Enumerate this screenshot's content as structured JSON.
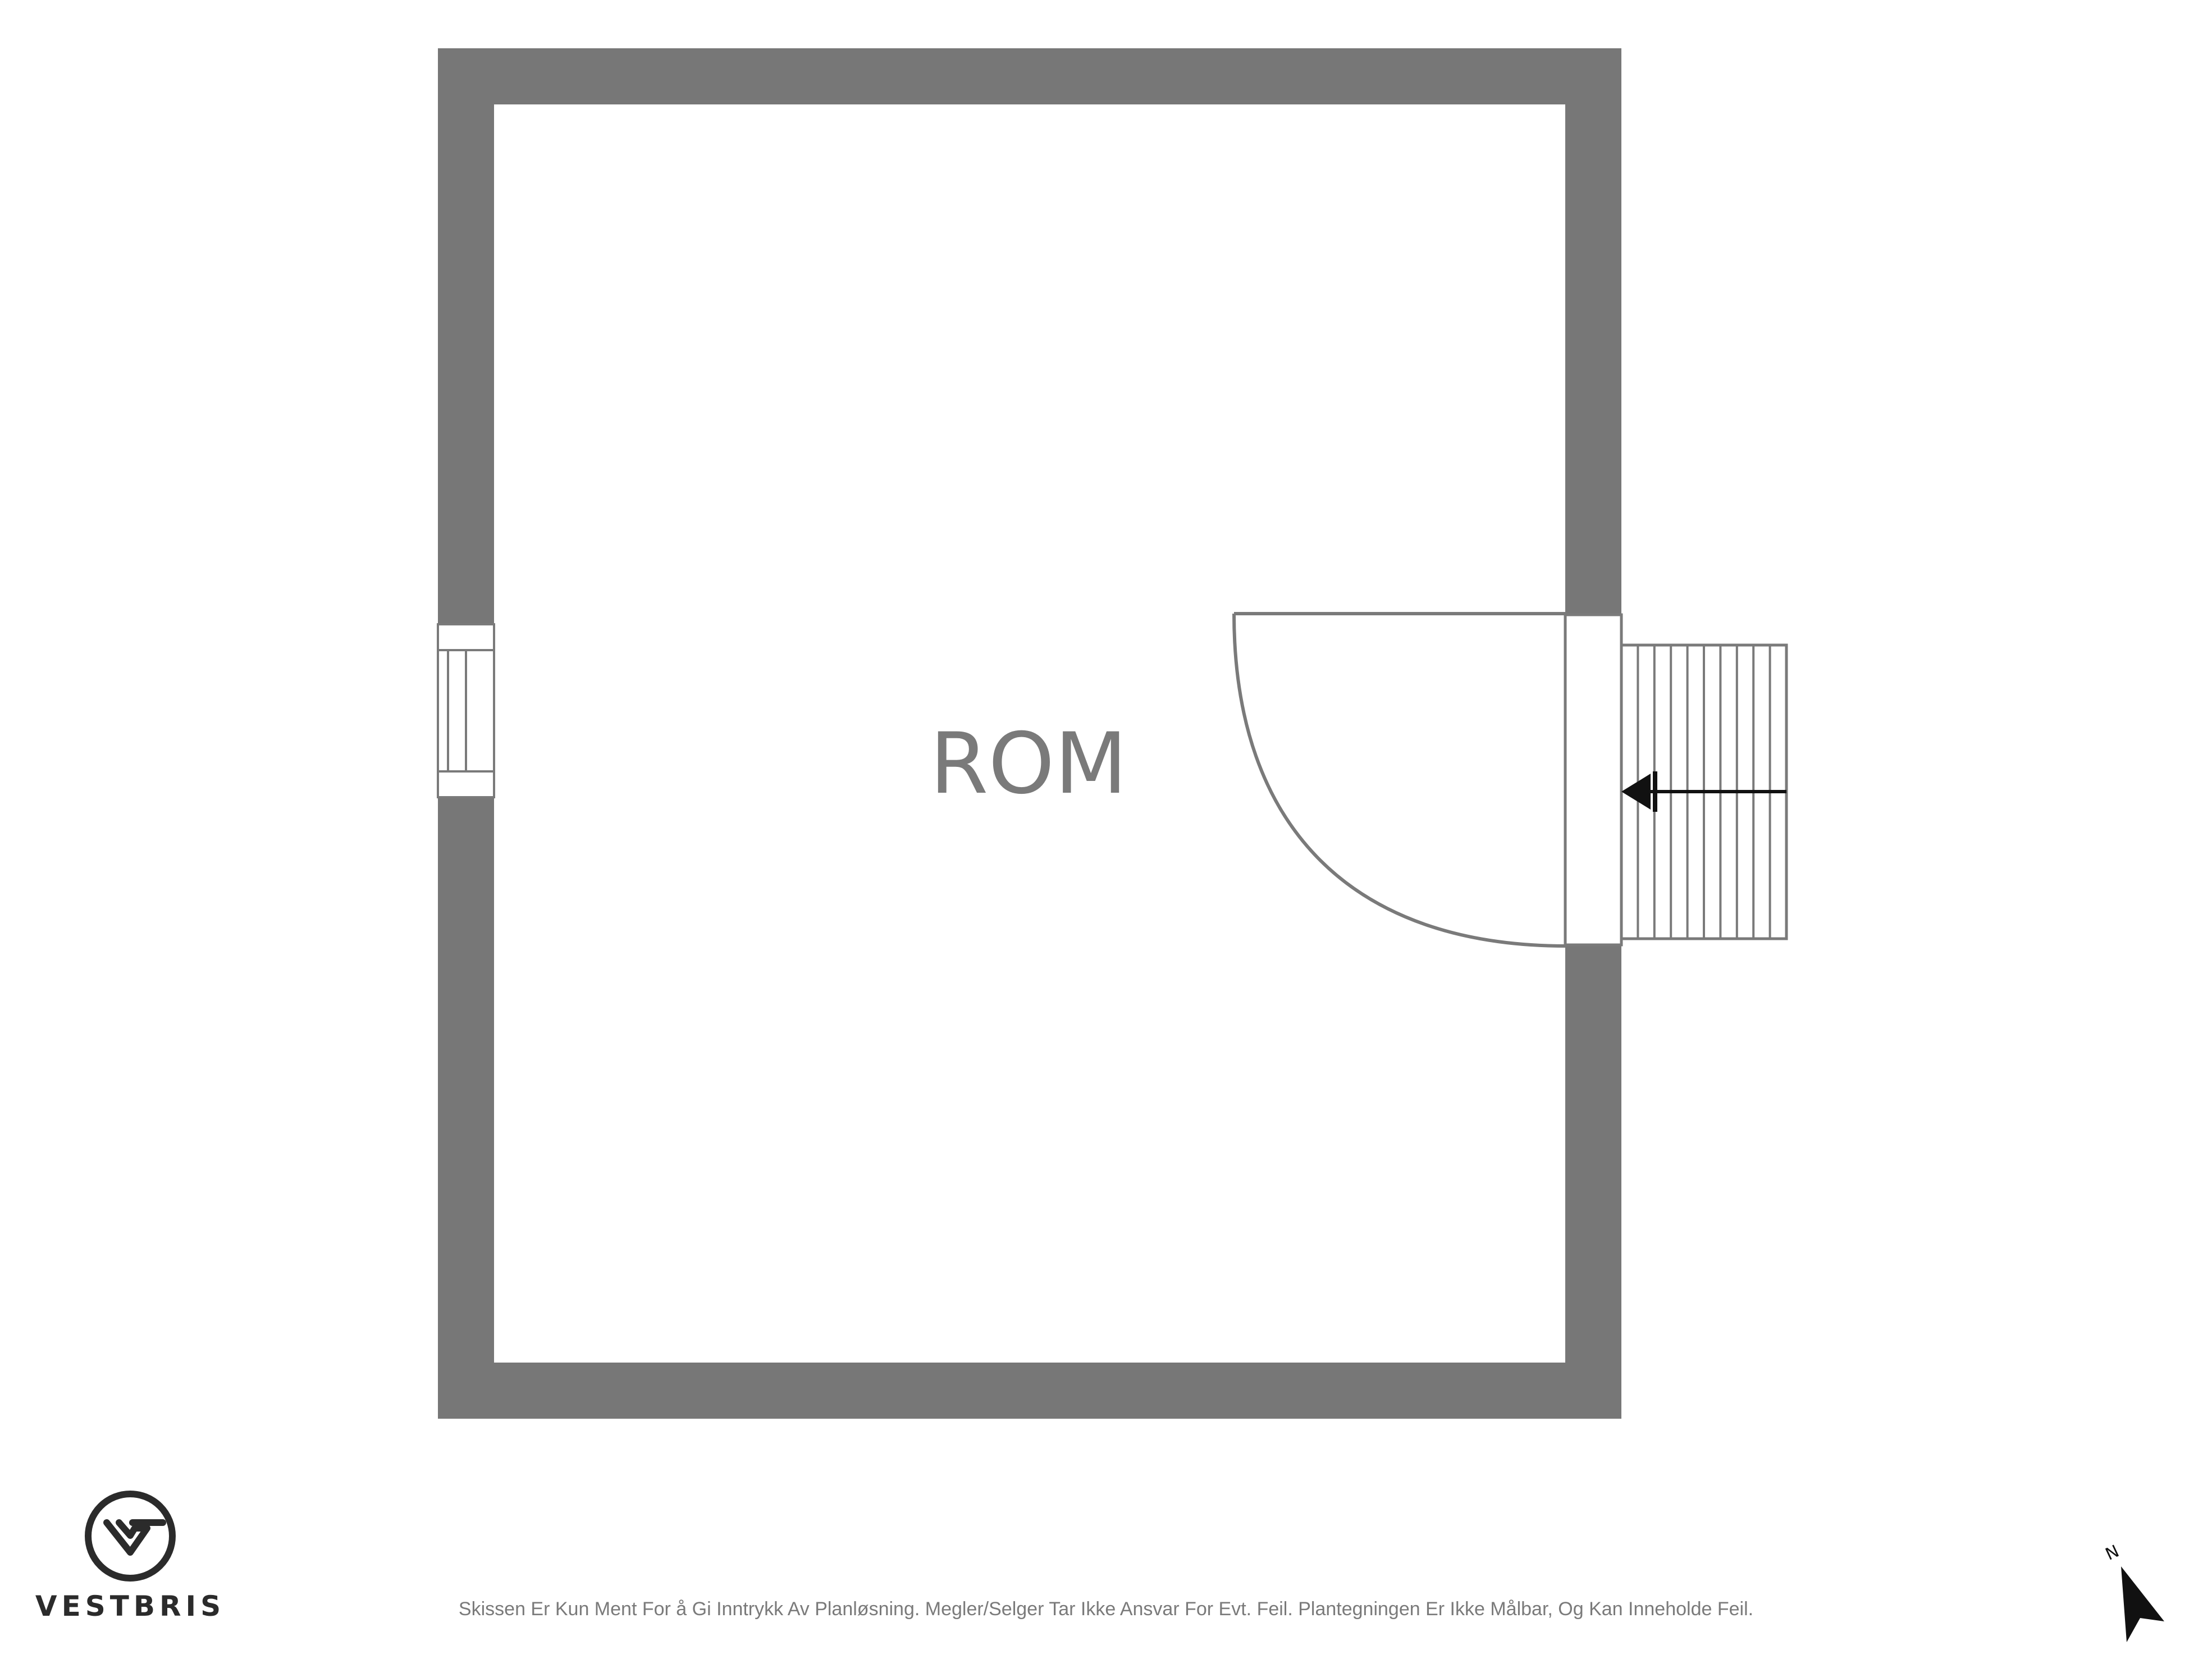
{
  "room": {
    "label": "ROM"
  },
  "brand": {
    "name": "VESTBRIS"
  },
  "disclaimer": "Skissen Er Kun Ment For å Gi Inntrykk Av Planløsning. Megler/Selger Tar Ikke Ansvar For Evt. Feil. Plantegningen Er Ikke Målbar, Og Kan Inneholde Feil.",
  "compass": {
    "letter": "N",
    "icon": "north-arrow-icon"
  },
  "colors": {
    "wall": "#777777",
    "line": "#7a7a7a",
    "text": "#7a7a7a",
    "logo": "#2b2b2b"
  }
}
